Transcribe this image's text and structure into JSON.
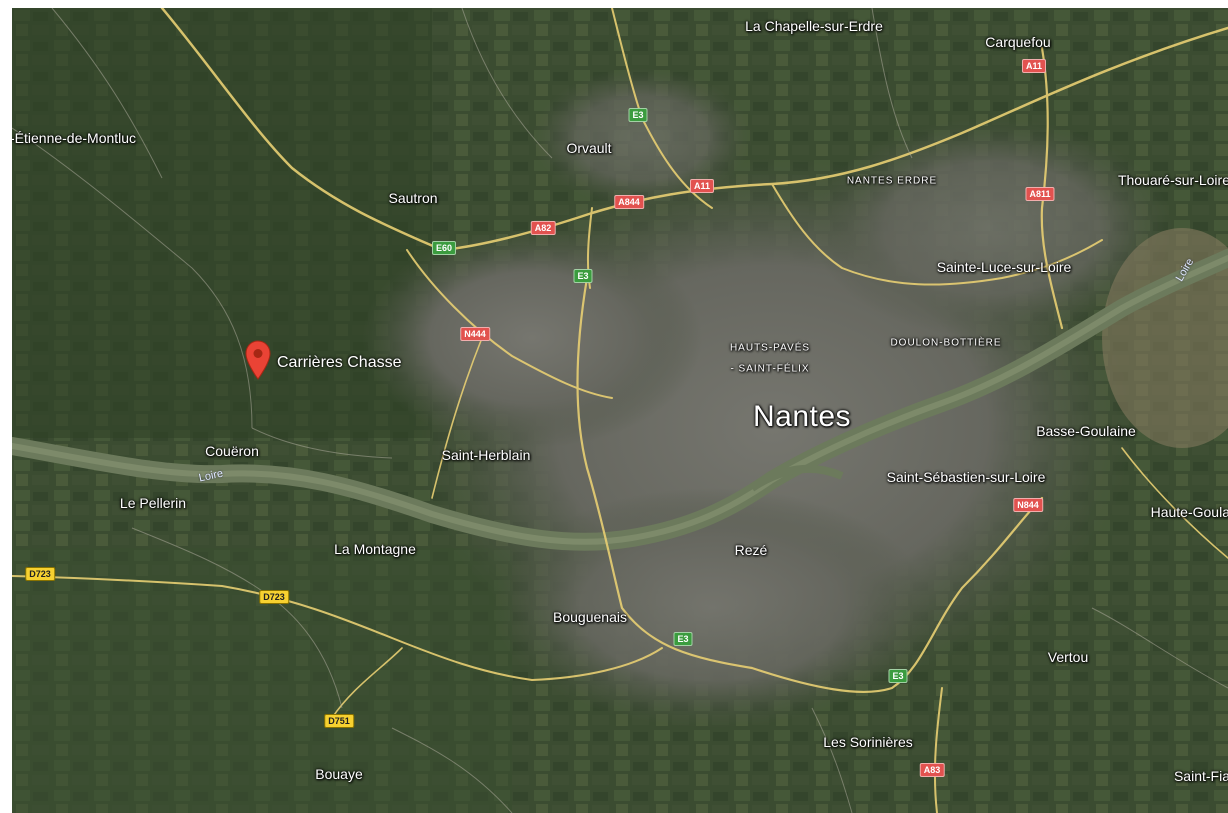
{
  "map": {
    "colors": {
      "terrain": "#3a4a31",
      "urban": "#6d6e68",
      "river": "#667558",
      "road": "#e8cf73",
      "marker": "#ea4335"
    },
    "marker": {
      "label": "Carrières Chasse",
      "icon": "map-pin-icon"
    },
    "places": [
      {
        "id": "la-chapelle-sur-erdre",
        "name": "La Chapelle-sur-Erdre",
        "size": "normal"
      },
      {
        "id": "carquefou",
        "name": "Carquefou",
        "size": "normal"
      },
      {
        "id": "saint-etienne-de-montluc",
        "name": "-Étienne-de-Montluc",
        "size": "normal"
      },
      {
        "id": "orvault",
        "name": "Orvault",
        "size": "normal"
      },
      {
        "id": "sautron",
        "name": "Sautron",
        "size": "normal"
      },
      {
        "id": "nantes-erdre",
        "name": "NANTES ERDRE",
        "size": "small"
      },
      {
        "id": "thouare-sur-loire",
        "name": "Thouaré-sur-Loire",
        "size": "normal"
      },
      {
        "id": "sainte-luce-sur-loire",
        "name": "Sainte-Luce-sur-Loire",
        "size": "normal"
      },
      {
        "id": "hauts-paves",
        "name": "HAUTS-PAVÉS",
        "size": "small"
      },
      {
        "id": "saint-felix",
        "name": "- SAINT-FÉLIX",
        "size": "small"
      },
      {
        "id": "doulon-bottiere",
        "name": "DOULON-BOTTIÈRE",
        "size": "small"
      },
      {
        "id": "nantes",
        "name": "Nantes",
        "size": "big"
      },
      {
        "id": "basse-goulaine",
        "name": "Basse-Goulaine",
        "size": "normal"
      },
      {
        "id": "coueron",
        "name": "Couëron",
        "size": "normal"
      },
      {
        "id": "saint-herblain",
        "name": "Saint-Herblain",
        "size": "normal"
      },
      {
        "id": "saint-sebastien-sur-loire",
        "name": "Saint-Sébastien-sur-Loire",
        "size": "normal"
      },
      {
        "id": "le-pellerin",
        "name": "Le Pellerin",
        "size": "normal"
      },
      {
        "id": "haute-goulaine",
        "name": "Haute-Goula",
        "size": "normal"
      },
      {
        "id": "la-montagne",
        "name": "La Montagne",
        "size": "normal"
      },
      {
        "id": "reze",
        "name": "Rezé",
        "size": "normal"
      },
      {
        "id": "bouguenais",
        "name": "Bouguenais",
        "size": "normal"
      },
      {
        "id": "vertou",
        "name": "Vertou",
        "size": "normal"
      },
      {
        "id": "les-sorinieres",
        "name": "Les Sorinières",
        "size": "normal"
      },
      {
        "id": "bouaye",
        "name": "Bouaye",
        "size": "normal"
      },
      {
        "id": "saint-fiacre",
        "name": "Saint-Fia",
        "size": "normal"
      }
    ],
    "rivers": [
      {
        "id": "loire-west",
        "name": "Loire"
      },
      {
        "id": "loire-east",
        "name": "Loire"
      }
    ],
    "shields": [
      {
        "id": "a11-north",
        "label": "A11",
        "color": "red"
      },
      {
        "id": "e3-north",
        "label": "E3",
        "color": "green"
      },
      {
        "id": "a11-center",
        "label": "A11",
        "color": "red"
      },
      {
        "id": "a844",
        "label": "A844",
        "color": "red"
      },
      {
        "id": "a82",
        "label": "A82",
        "color": "red"
      },
      {
        "id": "a811",
        "label": "A811",
        "color": "red"
      },
      {
        "id": "e60",
        "label": "E60",
        "color": "green"
      },
      {
        "id": "e3-mid",
        "label": "E3",
        "color": "green"
      },
      {
        "id": "n444",
        "label": "N444",
        "color": "red"
      },
      {
        "id": "n844",
        "label": "N844",
        "color": "red"
      },
      {
        "id": "d723-west",
        "label": "D723",
        "color": "yellow"
      },
      {
        "id": "d723",
        "label": "D723",
        "color": "yellow"
      },
      {
        "id": "e3-south",
        "label": "E3",
        "color": "green"
      },
      {
        "id": "e3-southeast",
        "label": "E3",
        "color": "green"
      },
      {
        "id": "d751",
        "label": "D751",
        "color": "yellow"
      },
      {
        "id": "a83",
        "label": "A83",
        "color": "red"
      }
    ]
  }
}
